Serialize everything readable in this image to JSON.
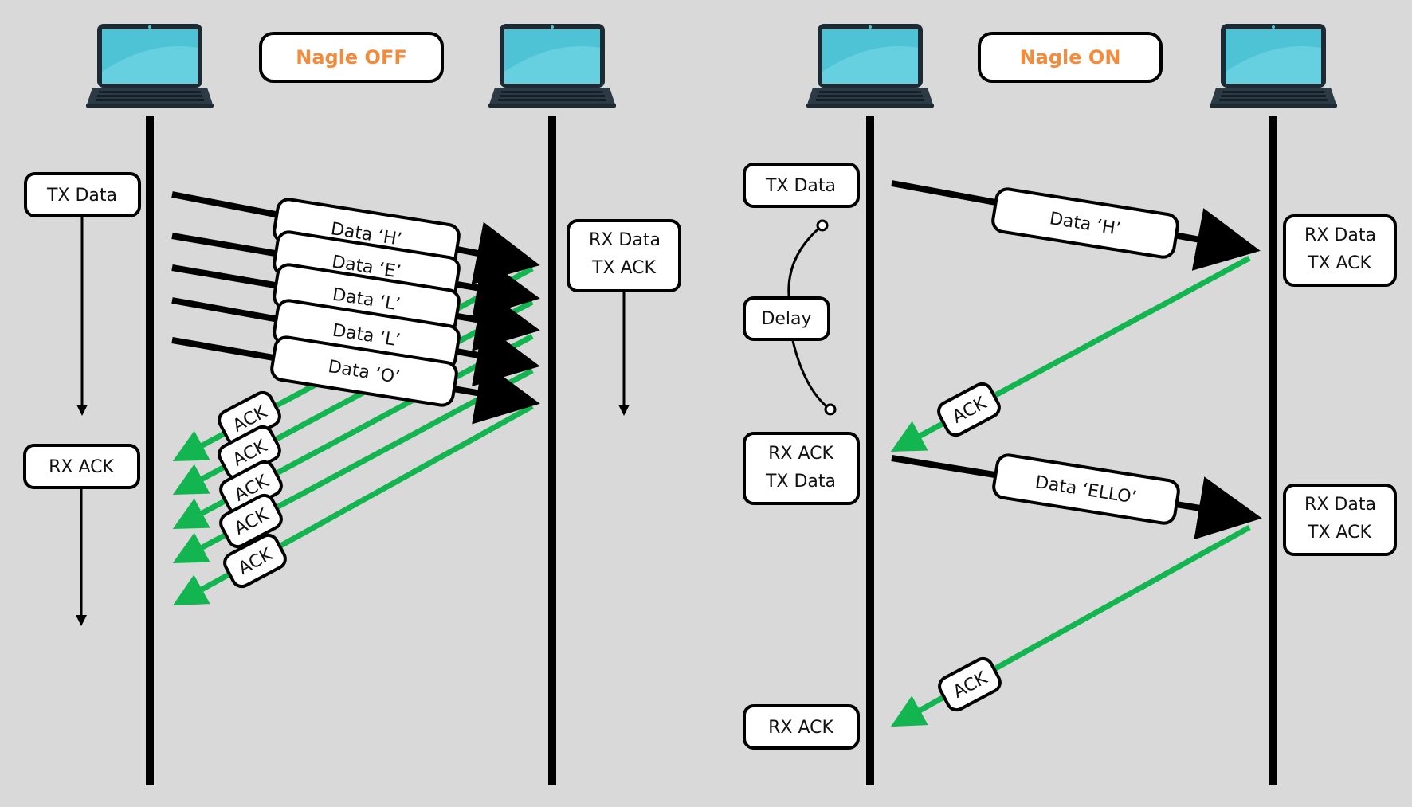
{
  "colors": {
    "background": "#d9d9d9",
    "data_arrow": "#000000",
    "ack_arrow": "#12b54f",
    "title_text": "#f28c3c",
    "laptop_screen": "#4fc3d6",
    "laptop_body": "#1c2a33"
  },
  "icons": [
    "laptop-icon"
  ],
  "panels": {
    "nagle_off": {
      "title": "Nagle OFF",
      "sender_tx_label": "TX Data",
      "sender_rx_label": "RX ACK",
      "receiver_label_line1": "RX Data",
      "receiver_label_line2": "TX ACK",
      "data_packets": [
        "Data ‘H’",
        "Data ‘E’",
        "Data ‘L’",
        "Data ‘L’",
        "Data ‘O’"
      ],
      "ack_labels": [
        "ACK",
        "ACK",
        "ACK",
        "ACK",
        "ACK"
      ]
    },
    "nagle_on": {
      "title": "Nagle ON",
      "sender_tx_label": "TX Data",
      "delay_label": "Delay",
      "sender_rx_tx_line1": "RX ACK",
      "sender_rx_tx_line2": "TX Data",
      "sender_rx_label": "RX ACK",
      "receiver_label1_line1": "RX Data",
      "receiver_label1_line2": "TX ACK",
      "receiver_label2_line1": "RX Data",
      "receiver_label2_line2": "TX ACK",
      "data_packets": [
        "Data ‘H’",
        "Data ‘ELLO’"
      ],
      "ack_labels": [
        "ACK",
        "ACK"
      ]
    }
  }
}
